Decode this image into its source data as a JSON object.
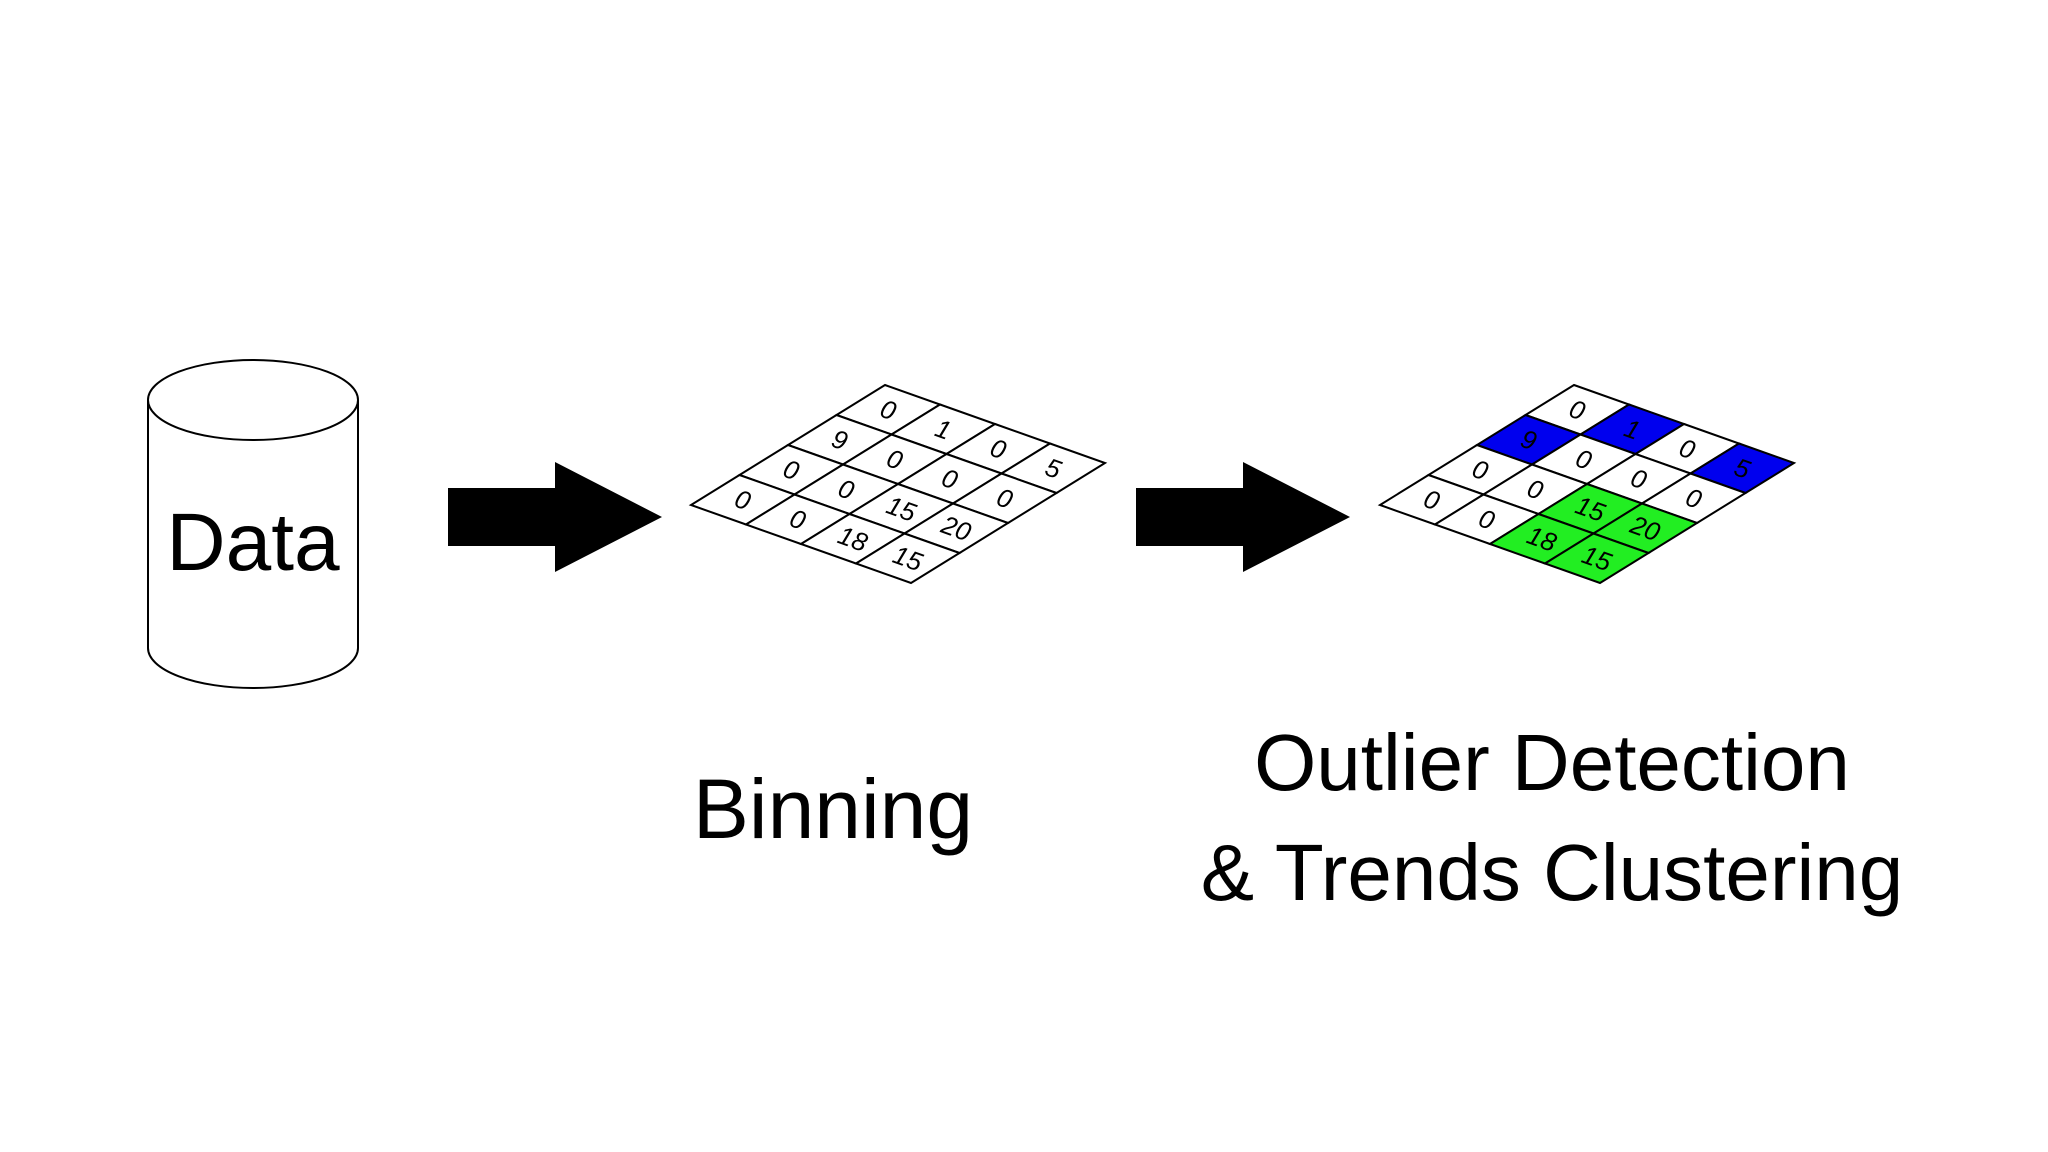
{
  "source": {
    "label": "Data"
  },
  "binning": {
    "label": "Binning",
    "rows": [
      [
        "0",
        "1",
        "0",
        "5"
      ],
      [
        "9",
        "0",
        "0",
        "0"
      ],
      [
        "0",
        "0",
        "15",
        "20"
      ],
      [
        "0",
        "0",
        "18",
        "15"
      ]
    ]
  },
  "detection": {
    "label_line1": "Outlier Detection",
    "label_line2": "& Trends Clustering",
    "rows": [
      [
        "0",
        "1",
        "0",
        "5"
      ],
      [
        "9",
        "0",
        "0",
        "0"
      ],
      [
        "0",
        "0",
        "15",
        "20"
      ],
      [
        "0",
        "0",
        "18",
        "15"
      ]
    ],
    "highlight": [
      [
        "none",
        "outlier",
        "none",
        "outlier"
      ],
      [
        "outlier",
        "none",
        "none",
        "none"
      ],
      [
        "none",
        "none",
        "cluster",
        "cluster"
      ],
      [
        "none",
        "none",
        "cluster",
        "cluster"
      ]
    ]
  },
  "colors": {
    "outlier": "#0000ee",
    "cluster": "#22ee22",
    "none": "#ffffff",
    "arrow": "#000000",
    "stroke": "#000000"
  }
}
